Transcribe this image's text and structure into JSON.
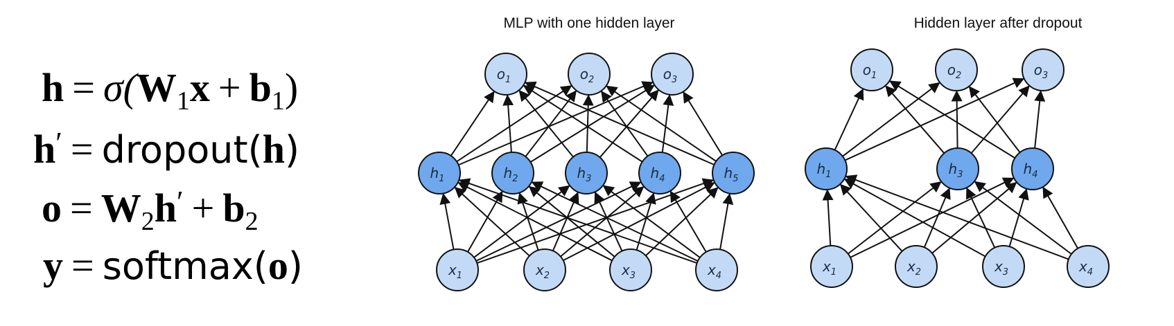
{
  "equations": {
    "eq1": {
      "lhs": "h",
      "eq": "=",
      "sigma": "σ(",
      "w": "W",
      "w_sub": "1",
      "x": "x",
      "plus": "+",
      "b": "b",
      "b_sub": "1",
      "close": ")"
    },
    "eq2": {
      "lhs": "h",
      "prime": "′",
      "eq": "=",
      "fn": "dropout(",
      "arg": "h",
      "close": ")"
    },
    "eq3": {
      "lhs": "o",
      "eq": "=",
      "w": "W",
      "w_sub": "2",
      "h": "h",
      "prime": "′",
      "plus": "+",
      "b": "b",
      "b_sub": "2"
    },
    "eq4": {
      "lhs": "y",
      "eq": "=",
      "fn": "softmax(",
      "arg": "o",
      "close": ")"
    }
  },
  "diagrams": [
    {
      "id": "full",
      "title": "MLP with one hidden layer",
      "outputs": [
        {
          "base": "o",
          "sub": "1"
        },
        {
          "base": "o",
          "sub": "2"
        },
        {
          "base": "o",
          "sub": "3"
        }
      ],
      "hidden": [
        {
          "base": "h",
          "sub": "1"
        },
        {
          "base": "h",
          "sub": "2"
        },
        {
          "base": "h",
          "sub": "3"
        },
        {
          "base": "h",
          "sub": "4"
        },
        {
          "base": "h",
          "sub": "5"
        }
      ],
      "inputs": [
        {
          "base": "x",
          "sub": "1"
        },
        {
          "base": "x",
          "sub": "2"
        },
        {
          "base": "x",
          "sub": "3"
        },
        {
          "base": "x",
          "sub": "4"
        }
      ]
    },
    {
      "id": "dropout",
      "title": "Hidden layer after dropout",
      "outputs": [
        {
          "base": "o",
          "sub": "1"
        },
        {
          "base": "o",
          "sub": "2"
        },
        {
          "base": "o",
          "sub": "3"
        }
      ],
      "hidden": [
        {
          "base": "h",
          "sub": "1"
        },
        {
          "base": "h",
          "sub": "3"
        },
        {
          "base": "h",
          "sub": "4"
        }
      ],
      "inputs": [
        {
          "base": "x",
          "sub": "1"
        },
        {
          "base": "x",
          "sub": "2"
        },
        {
          "base": "x",
          "sub": "3"
        },
        {
          "base": "x",
          "sub": "4"
        }
      ]
    }
  ],
  "colors": {
    "output_fill": "#c3daf7",
    "hidden_fill": "#6fa8ec",
    "input_fill": "#c3daf7",
    "stroke": "#111111"
  }
}
